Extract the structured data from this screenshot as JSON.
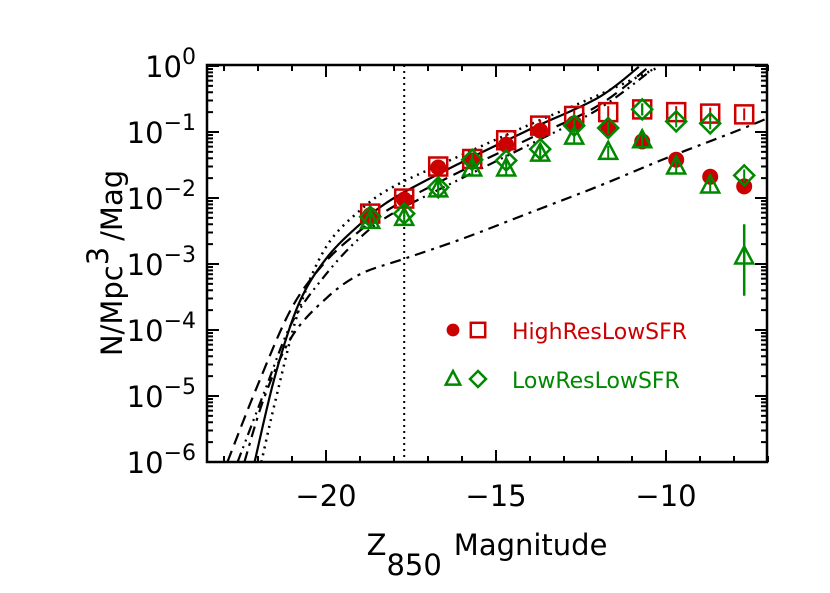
{
  "chart_data": {
    "type": "scatter",
    "title": "",
    "xlabel": "Z850 Magnitude",
    "xlabel_main": "Z",
    "xlabel_sub": "850",
    "xlabel_rest": "Magnitude",
    "ylabel": "N/Mpc^3/Mag",
    "ylabel_parts": {
      "pre": "N/Mpc",
      "sup": "3",
      "post": "/Mag"
    },
    "xlim": [
      -23.5,
      -7.03
    ],
    "ylim": [
      1e-06,
      1
    ],
    "yscale": "log",
    "x_ticks": [
      {
        "value": -20,
        "label": "−20"
      },
      {
        "value": -15,
        "label": "−15"
      },
      {
        "value": -10,
        "label": "−10"
      }
    ],
    "y_ticks": [
      {
        "exp": 0,
        "label": "10",
        "sup": "0"
      },
      {
        "exp": -1,
        "label": "10",
        "sup": "−1"
      },
      {
        "exp": -2,
        "label": "10",
        "sup": "−2"
      },
      {
        "exp": -3,
        "label": "10",
        "sup": "−3"
      },
      {
        "exp": -4,
        "label": "10",
        "sup": "−4"
      },
      {
        "exp": -5,
        "label": "10",
        "sup": "−5"
      },
      {
        "exp": -6,
        "label": "10",
        "sup": "−6"
      }
    ],
    "vertical_line": {
      "x": -17.7,
      "style": "dotted"
    },
    "x": [
      -18.7,
      -17.7,
      -16.7,
      -15.7,
      -14.7,
      -13.7,
      -12.7,
      -11.7,
      -10.7,
      -9.7,
      -8.7,
      -7.7
    ],
    "series": [
      {
        "name": "HighResLowSFR (filled circle)",
        "marker": "circle-filled",
        "color": "#cc0000",
        "values": [
          0.0055,
          0.0095,
          0.029,
          0.037,
          0.064,
          0.105,
          0.135,
          0.115,
          0.072,
          0.038,
          0.021,
          0.015
        ]
      },
      {
        "name": "HighResLowSFR (open square)",
        "marker": "square-open",
        "color": "#cc0000",
        "values": [
          0.0058,
          0.0098,
          0.03,
          0.039,
          0.075,
          0.125,
          0.175,
          0.2,
          0.22,
          0.2,
          0.19,
          0.185
        ]
      },
      {
        "name": "LowResLowSFR (open triangle)",
        "marker": "triangle-open",
        "color": "#008800",
        "values": [
          0.0045,
          0.005,
          0.0135,
          0.028,
          0.028,
          0.047,
          0.085,
          0.05,
          0.075,
          0.03,
          0.0155,
          0.0013
        ]
      },
      {
        "name": "LowResLowSFR (open diamond)",
        "marker": "diamond-open",
        "color": "#008800",
        "values": [
          0.0052,
          0.0058,
          0.0145,
          0.038,
          0.037,
          0.055,
          0.125,
          0.115,
          0.22,
          0.145,
          0.135,
          0.022
        ]
      }
    ],
    "model_curves": [
      {
        "style": "solid",
        "points": [
          [
            -22.1,
            1e-06
          ],
          [
            -21.5,
            2e-05
          ],
          [
            -20.8,
            0.00025
          ],
          [
            -20,
            0.0012
          ],
          [
            -19,
            0.004
          ],
          [
            -18,
            0.01
          ],
          [
            -16,
            0.035
          ],
          [
            -14,
            0.11
          ],
          [
            -12,
            0.33
          ],
          [
            -10.8,
            0.97
          ]
        ]
      },
      {
        "style": "dotted",
        "points": [
          [
            -21.9,
            1e-06
          ],
          [
            -21.5,
            8e-06
          ],
          [
            -20.8,
            0.0002
          ],
          [
            -20,
            0.0018
          ],
          [
            -19,
            0.0065
          ],
          [
            -18,
            0.015
          ],
          [
            -16,
            0.045
          ],
          [
            -14,
            0.13
          ],
          [
            -12,
            0.36
          ],
          [
            -10.2,
            0.97
          ]
        ]
      },
      {
        "style": "dashed",
        "points": [
          [
            -22.9,
            1e-06
          ],
          [
            -22.0,
            1.5e-05
          ],
          [
            -21,
            0.00022
          ],
          [
            -20,
            0.0011
          ],
          [
            -19,
            0.0032
          ],
          [
            -18,
            0.0075
          ],
          [
            -16,
            0.026
          ],
          [
            -14,
            0.08
          ],
          [
            -12,
            0.25
          ],
          [
            -10.5,
            0.97
          ]
        ]
      },
      {
        "style": "dash-dot-dot",
        "points": [
          [
            -22.6,
            1e-06
          ],
          [
            -21.8,
            1.2e-05
          ],
          [
            -21,
            0.00013
          ],
          [
            -20,
            0.0007
          ],
          [
            -19,
            0.0025
          ],
          [
            -18,
            0.006
          ],
          [
            -16,
            0.02
          ],
          [
            -14,
            0.065
          ],
          [
            -12,
            0.22
          ],
          [
            -10.3,
            0.97
          ]
        ]
      },
      {
        "style": "dash-dot",
        "points": [
          [
            -22.4,
            1e-06
          ],
          [
            -21.8,
            1e-05
          ],
          [
            -21,
            8e-05
          ],
          [
            -20,
            0.0003
          ],
          [
            -19,
            0.0007
          ],
          [
            -17.7,
            0.0012
          ],
          [
            -16,
            0.0024
          ],
          [
            -14,
            0.006
          ],
          [
            -12,
            0.015
          ],
          [
            -10,
            0.04
          ],
          [
            -8,
            0.1
          ],
          [
            -7.03,
            0.16
          ]
        ]
      }
    ],
    "error_bar": {
      "x": -7.7,
      "y": 0.0013,
      "y_low": 0.00033,
      "y_high": 0.004,
      "color": "#008800"
    },
    "legend": [
      {
        "label": "HighResLowSFR",
        "markers": [
          "circle-filled",
          "square-open"
        ],
        "color": "#cc0000"
      },
      {
        "label": "LowResLowSFR",
        "markers": [
          "triangle-open",
          "diamond-open"
        ],
        "color": "#008800"
      }
    ],
    "legend_position": "lower-right inside",
    "grid": false
  }
}
